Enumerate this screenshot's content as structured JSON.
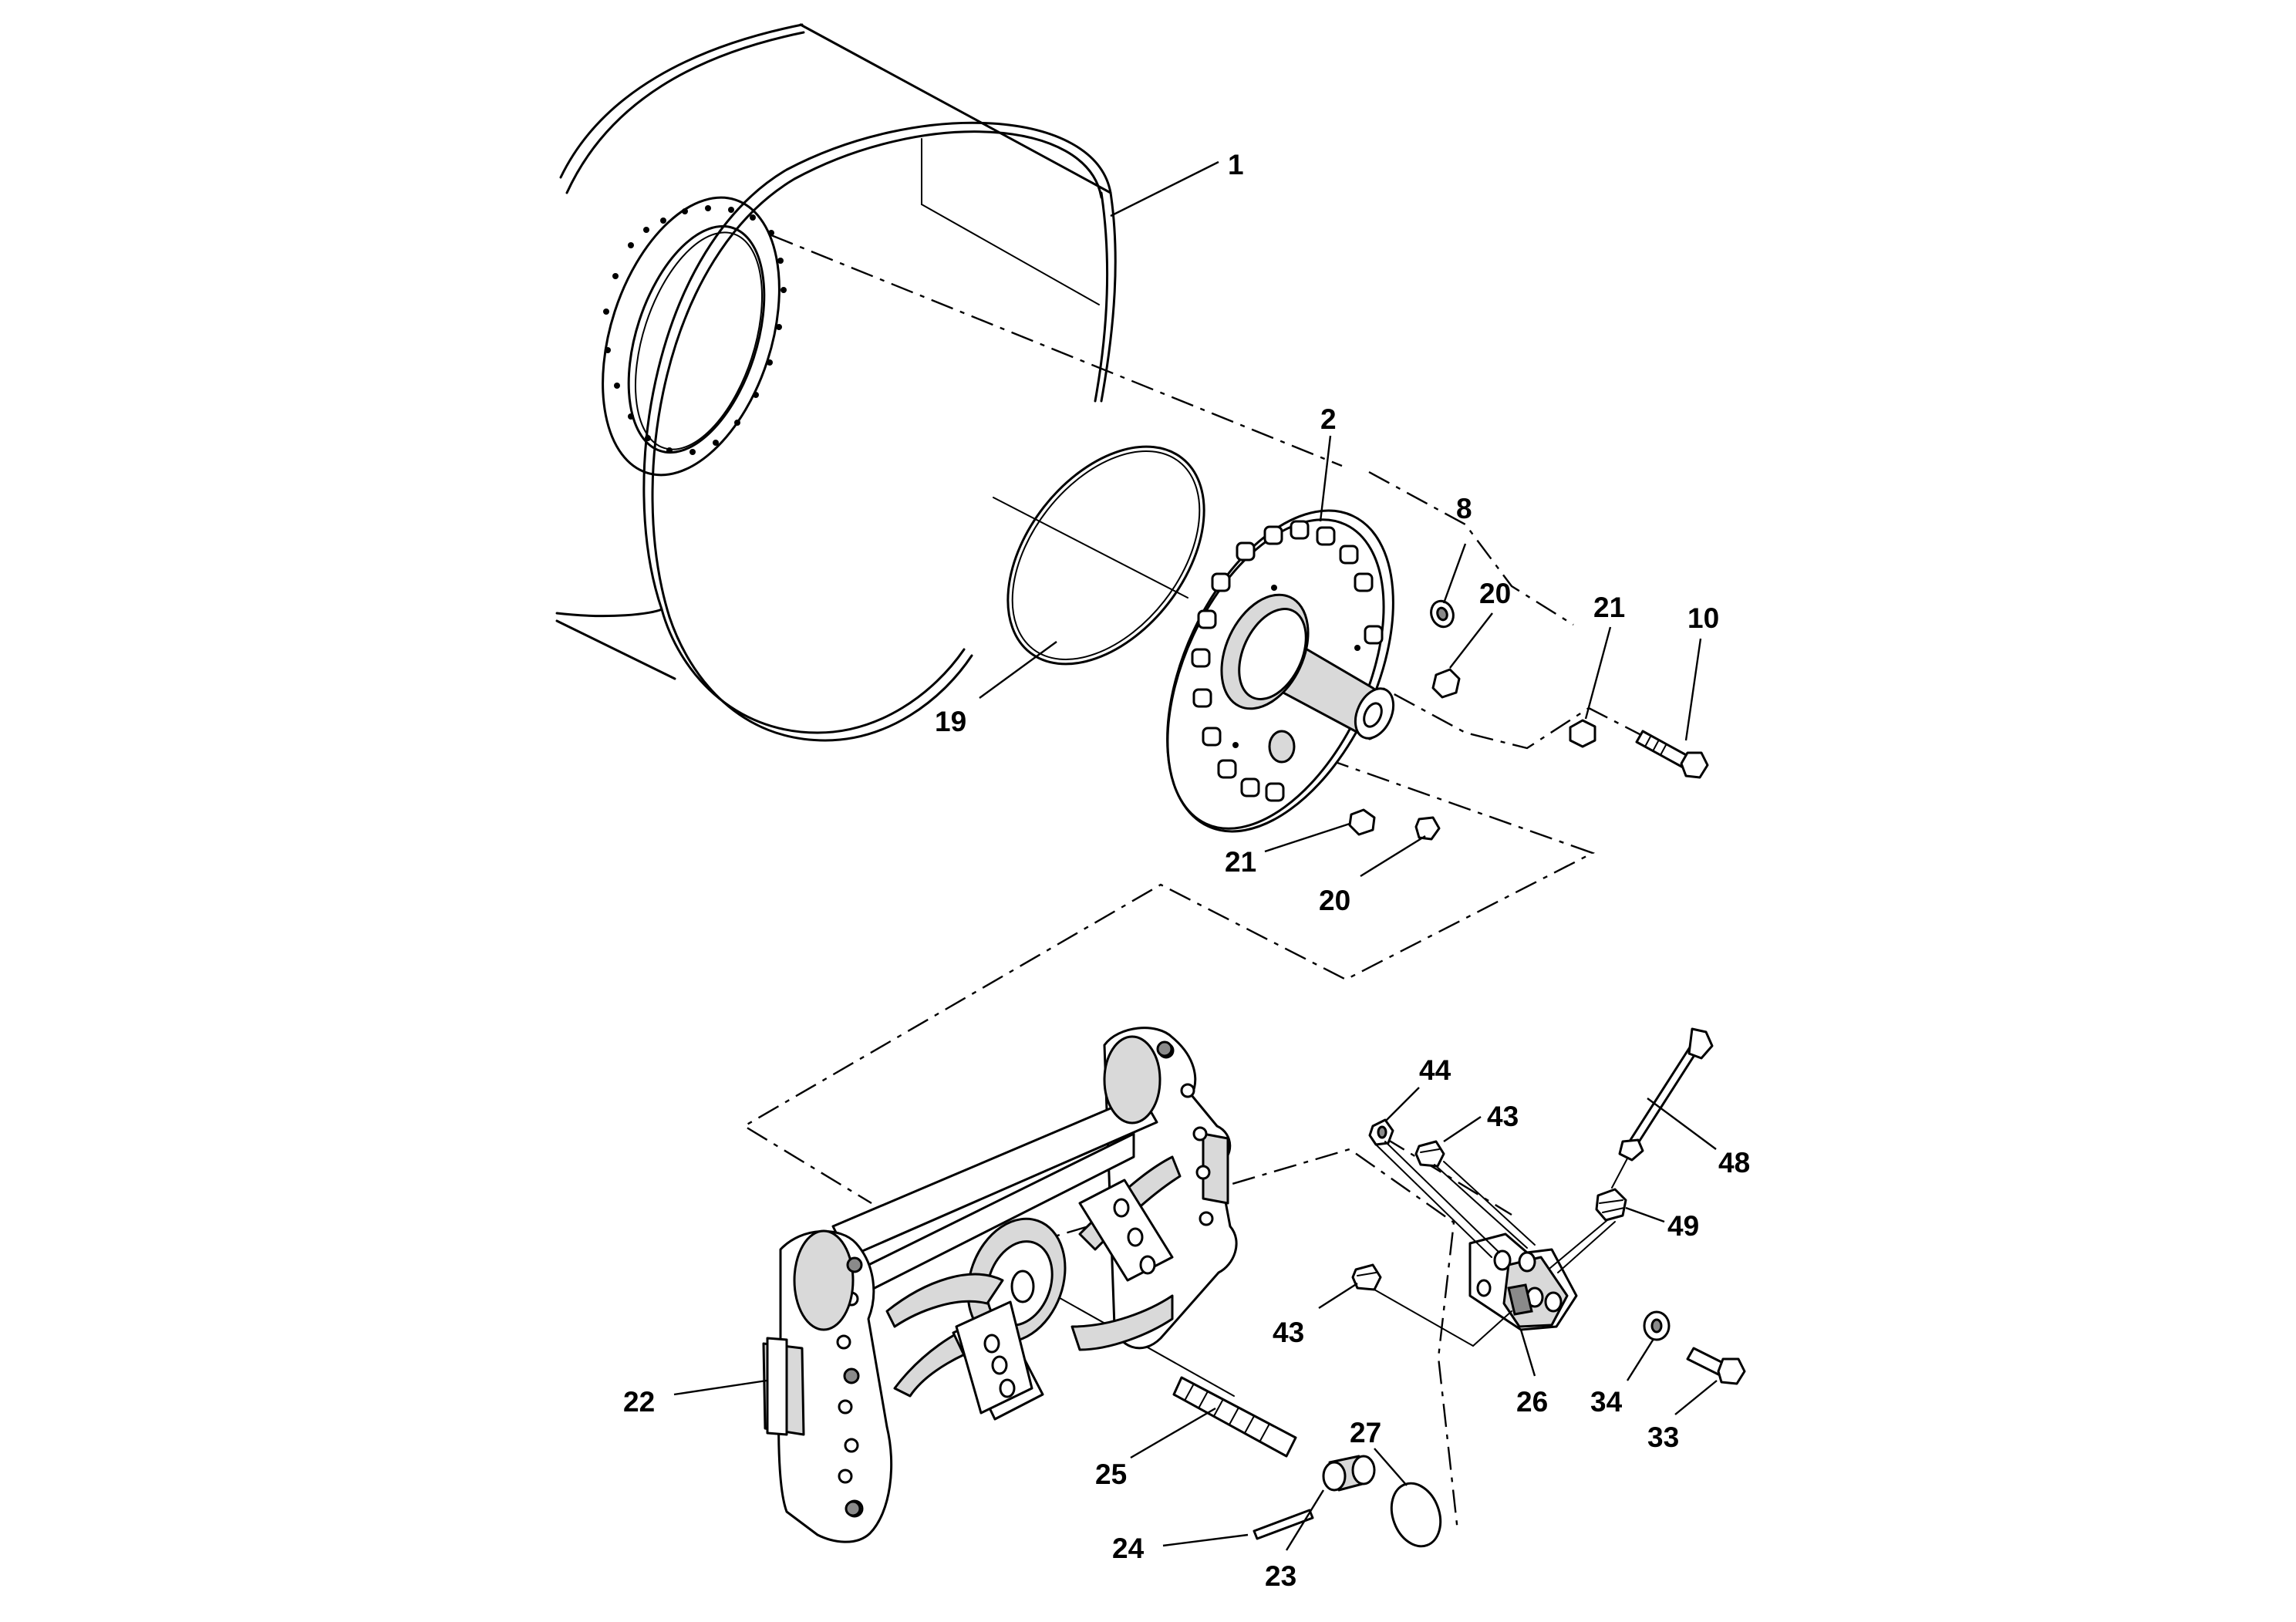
{
  "callouts": [
    {
      "id": "c1",
      "text": "1"
    },
    {
      "id": "c2",
      "text": "2"
    },
    {
      "id": "c8",
      "text": "8"
    },
    {
      "id": "c20a",
      "text": "20"
    },
    {
      "id": "c21a",
      "text": "21"
    },
    {
      "id": "c10",
      "text": "10"
    },
    {
      "id": "c19",
      "text": "19"
    },
    {
      "id": "c21b",
      "text": "21"
    },
    {
      "id": "c20b",
      "text": "20"
    },
    {
      "id": "c44",
      "text": "44"
    },
    {
      "id": "c43a",
      "text": "43"
    },
    {
      "id": "c48",
      "text": "48"
    },
    {
      "id": "c49",
      "text": "49"
    },
    {
      "id": "c43b",
      "text": "43"
    },
    {
      "id": "c22",
      "text": "22"
    },
    {
      "id": "c26",
      "text": "26"
    },
    {
      "id": "c34",
      "text": "34"
    },
    {
      "id": "c33",
      "text": "33"
    },
    {
      "id": "c27",
      "text": "27"
    },
    {
      "id": "c25",
      "text": "25"
    },
    {
      "id": "c24",
      "text": "24"
    },
    {
      "id": "c23",
      "text": "23"
    }
  ]
}
